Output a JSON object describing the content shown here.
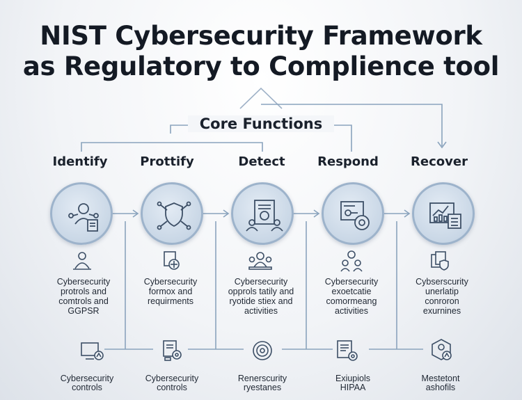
{
  "title": {
    "line1": "NIST Cybersecurity Framework",
    "line2": "as Regulatory to Complience tool"
  },
  "core_label": "Core Functions",
  "functions": [
    {
      "name": "Identify",
      "icon": "people-network-icon",
      "desc": [
        "Cybersecurity",
        "protrols and",
        "comtrols and",
        "GGPSR"
      ],
      "mid_icon": "user-desk-icon",
      "bottom_icon": "monitor-icon",
      "bottom": [
        "Cybersecurity",
        "controls"
      ]
    },
    {
      "name": "Prottify",
      "icon": "shield-network-icon",
      "desc": [
        "Cybersecurity",
        "formox and",
        "requirments"
      ],
      "mid_icon": "document-star-icon",
      "bottom_icon": "document-gear-icon",
      "bottom": [
        "Cybersecurity",
        "controls"
      ]
    },
    {
      "name": "Detect",
      "icon": "report-people-icon",
      "desc": [
        "Cybersecurity",
        "opprols tatily and",
        "ryotide stiex and",
        "activities"
      ],
      "mid_icon": "people-group-icon",
      "bottom_icon": "target-icon",
      "bottom": [
        "Renerscurity",
        "ryestanes"
      ]
    },
    {
      "name": "Respond",
      "icon": "key-gear-icon",
      "desc": [
        "Cybersecurity",
        "exoetcatie",
        "comormeang",
        "activities"
      ],
      "mid_icon": "team-settings-icon",
      "bottom_icon": "document-settings-icon",
      "bottom": [
        "Exiupiols",
        "HIPAA"
      ]
    },
    {
      "name": "Recover",
      "icon": "chart-document-icon",
      "desc": [
        "Cybserscurity",
        "unerlatip",
        "conroron",
        "exurnines"
      ],
      "mid_icon": "files-shield-icon",
      "bottom_icon": "hexagon-shield-icon",
      "bottom": [
        "Mestetont",
        "ashofils"
      ]
    }
  ],
  "colors": {
    "line": "#8aa3bd",
    "circle_border": "#9db3cb",
    "icon": "#3d4f66"
  }
}
